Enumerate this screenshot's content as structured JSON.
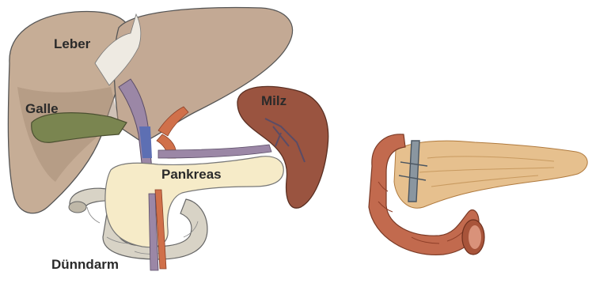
{
  "labels": {
    "liver": "Leber",
    "gallbladder": "Galle",
    "spleen": "Milz",
    "pancreas": "Pankreas",
    "small_intestine": "Dünndarm"
  },
  "colors": {
    "liver": "#c6ad96",
    "liver_shadow": "#a98f7a",
    "gallbladder": "#7a8550",
    "spleen": "#9a5440",
    "pancreas": "#f6ebc8",
    "duodenum": "#d8d3c6",
    "vessel_vein": "#9b87a6",
    "vessel_artery": "#d0704a",
    "portal_blue": "#5d6fb3",
    "photo_pancreas": "#e6c08e",
    "photo_duodenum": "#c26a4e"
  }
}
